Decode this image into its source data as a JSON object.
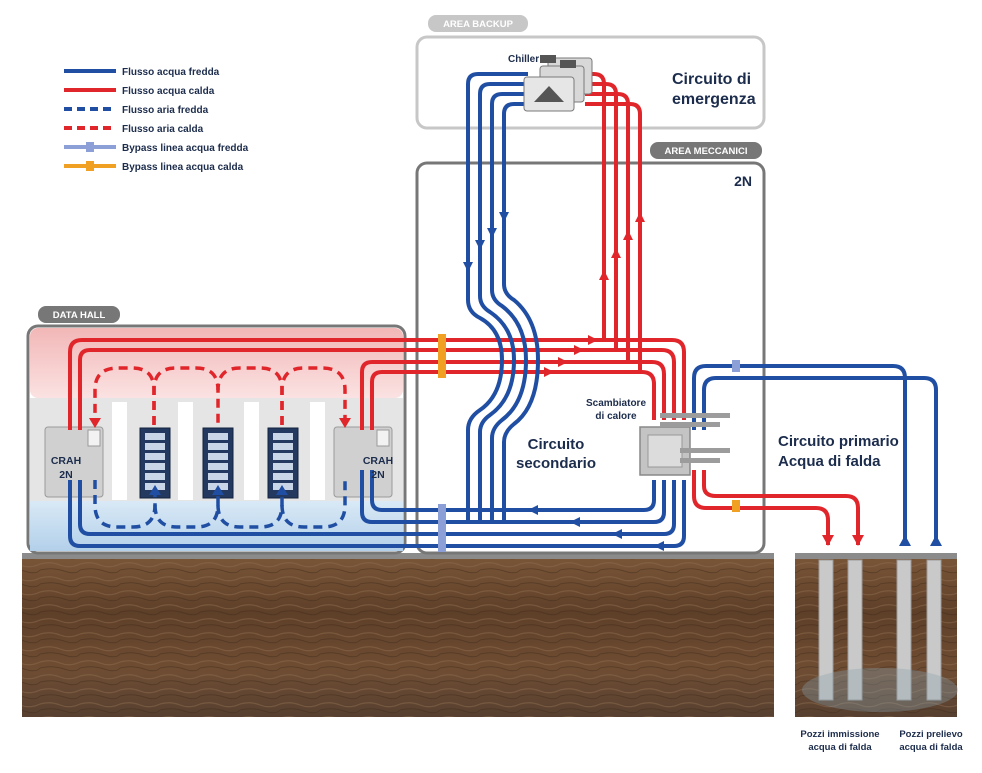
{
  "legend": [
    {
      "label": "Flusso acqua fredda",
      "color": "#1f4ea3",
      "style": "solid"
    },
    {
      "label": "Flusso acqua calda",
      "color": "#e0262b",
      "style": "solid"
    },
    {
      "label": "Flusso aria fredda",
      "color": "#1f4ea3",
      "style": "dashed"
    },
    {
      "label": "Flusso aria calda",
      "color": "#e0262b",
      "style": "dashed"
    },
    {
      "label": "Bypass linea acqua fredda",
      "color": "#8c9fd6",
      "style": "bypass"
    },
    {
      "label": "Bypass linea acqua calda",
      "color": "#f0a023",
      "style": "bypass"
    }
  ],
  "areas": {
    "backup": "AREA BACKUP",
    "mechanical": "AREA MECCANICI",
    "data_hall": "DATA HALL"
  },
  "labels": {
    "chiller": "Chiller",
    "emergency_line1": "Circuito di",
    "emergency_line2": "emergenza",
    "redundancy": "2N",
    "exchanger_line1": "Scambiatore",
    "exchanger_line2": "di calore",
    "secondary_line1": "Circuito",
    "secondary_line2": "secondario",
    "primary_line1": "Circuito primario",
    "primary_line2": "Acqua di falda",
    "crah_line1": "CRAH",
    "crah_line2": "2N",
    "wells_injection_line1": "Pozzi immissione",
    "wells_injection_line2": "acqua di falda",
    "wells_extraction_line1": "Pozzi prelievo",
    "wells_extraction_line2": "acqua di falda"
  },
  "colors": {
    "cold": "#1f4ea3",
    "hot": "#e0262b",
    "bypass_cold": "#8c9fd6",
    "bypass_hot": "#f0a023",
    "area_border": "#777777",
    "hot_zone": "#f3c4c4",
    "cold_zone": "#bcd7ee",
    "soil": "#6b4a30"
  }
}
